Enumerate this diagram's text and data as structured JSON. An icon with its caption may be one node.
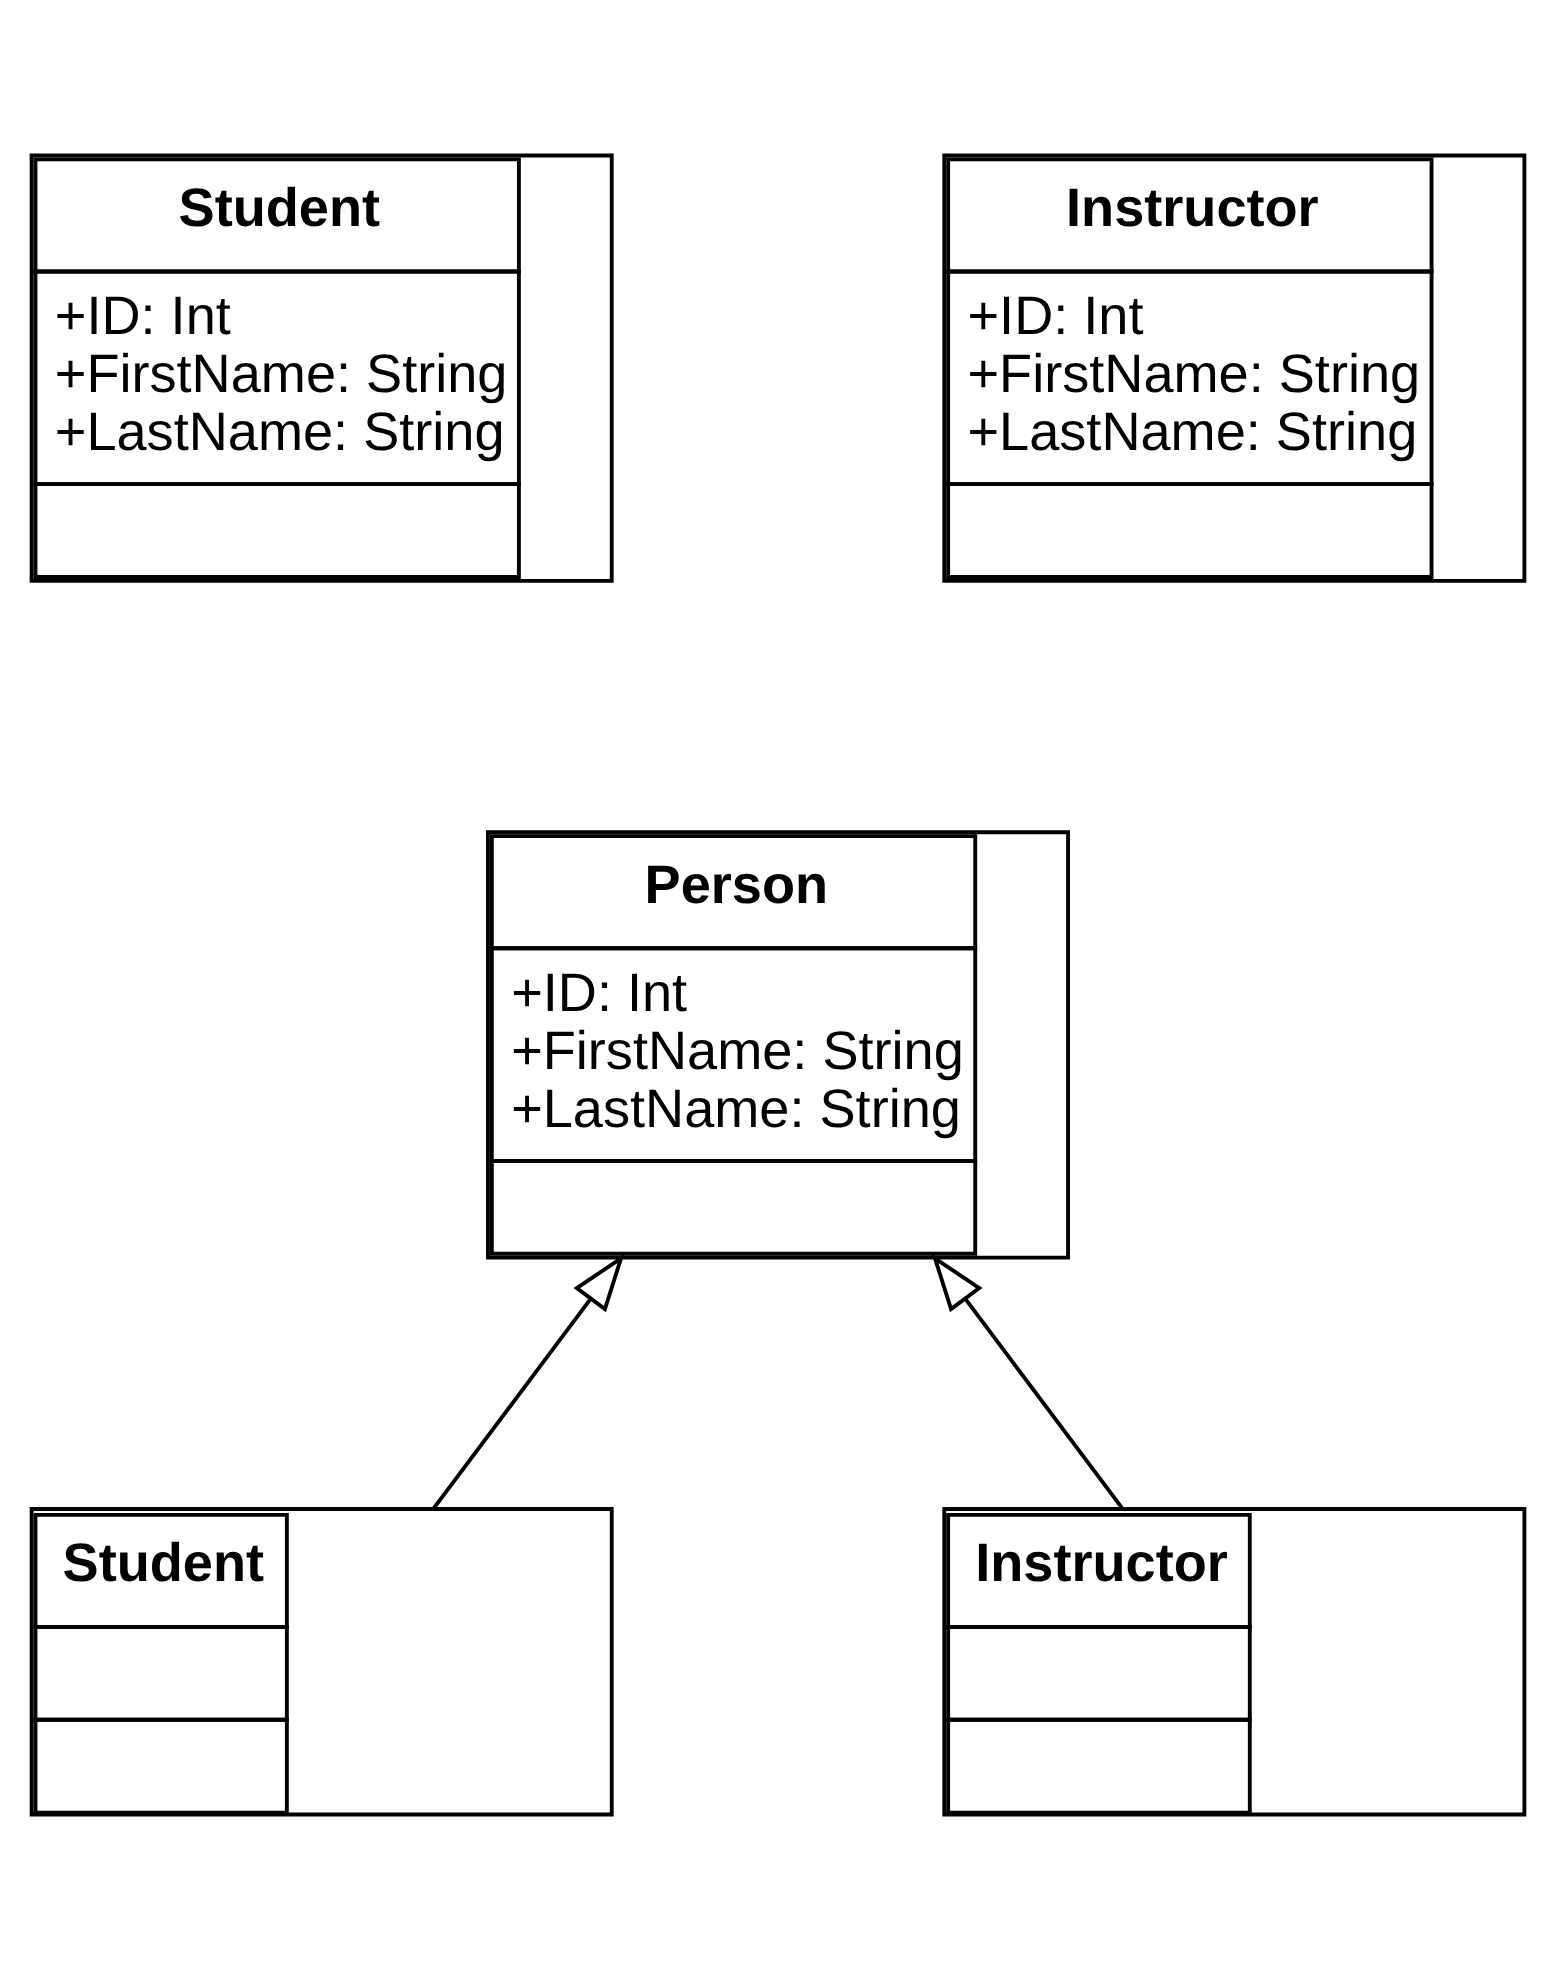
{
  "diagram": {
    "nodes": [
      {
        "text": [
          "Student",
          "+ID: Int",
          "+FirstName: String",
          "+LastName: String"
        ]
      },
      {
        "text": [
          "Instructor",
          "+ID: Int",
          "+FirstName: String",
          "+LastName: String"
        ]
      },
      {
        "text": [
          "Person",
          "+ID: Int",
          "+FirstName: String",
          "+LastName: String"
        ]
      },
      {
        "text": [
          "Student"
        ]
      },
      {
        "text": [
          "Instructor"
        ]
      }
    ],
    "edges": [
      {
        "from": 3,
        "to": 2,
        "arrow": "to"
      },
      {
        "from": 4,
        "to": 2,
        "arrow": "to"
      }
    ]
  }
}
